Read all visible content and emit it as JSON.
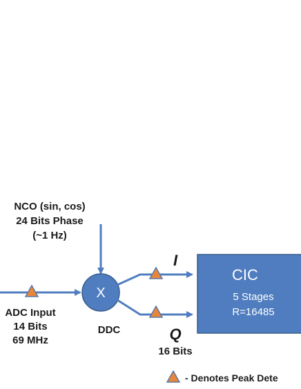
{
  "nco": {
    "line1": "NCO (sin, cos)",
    "line2": "24 Bits Phase",
    "line3": "(~1 Hz)"
  },
  "mixer": {
    "symbol": "X",
    "label": "DDC"
  },
  "adc": {
    "line1": "ADC Input",
    "line2": "14 Bits",
    "line3": "69 MHz"
  },
  "channels": {
    "i_label": "I",
    "q_label": "Q",
    "q_bits": "16 Bits"
  },
  "cic": {
    "title": "CIC",
    "stages": "5 Stages",
    "ratio": "R=16485"
  },
  "legend": {
    "text": "- Denotes Peak Dete"
  },
  "colors": {
    "line": "#4f7dbf",
    "block_fill": "#4f7dbf",
    "block_stroke": "#385d8a",
    "marker_fill": "#e8873a",
    "marker_stroke": "#5b78a8"
  }
}
